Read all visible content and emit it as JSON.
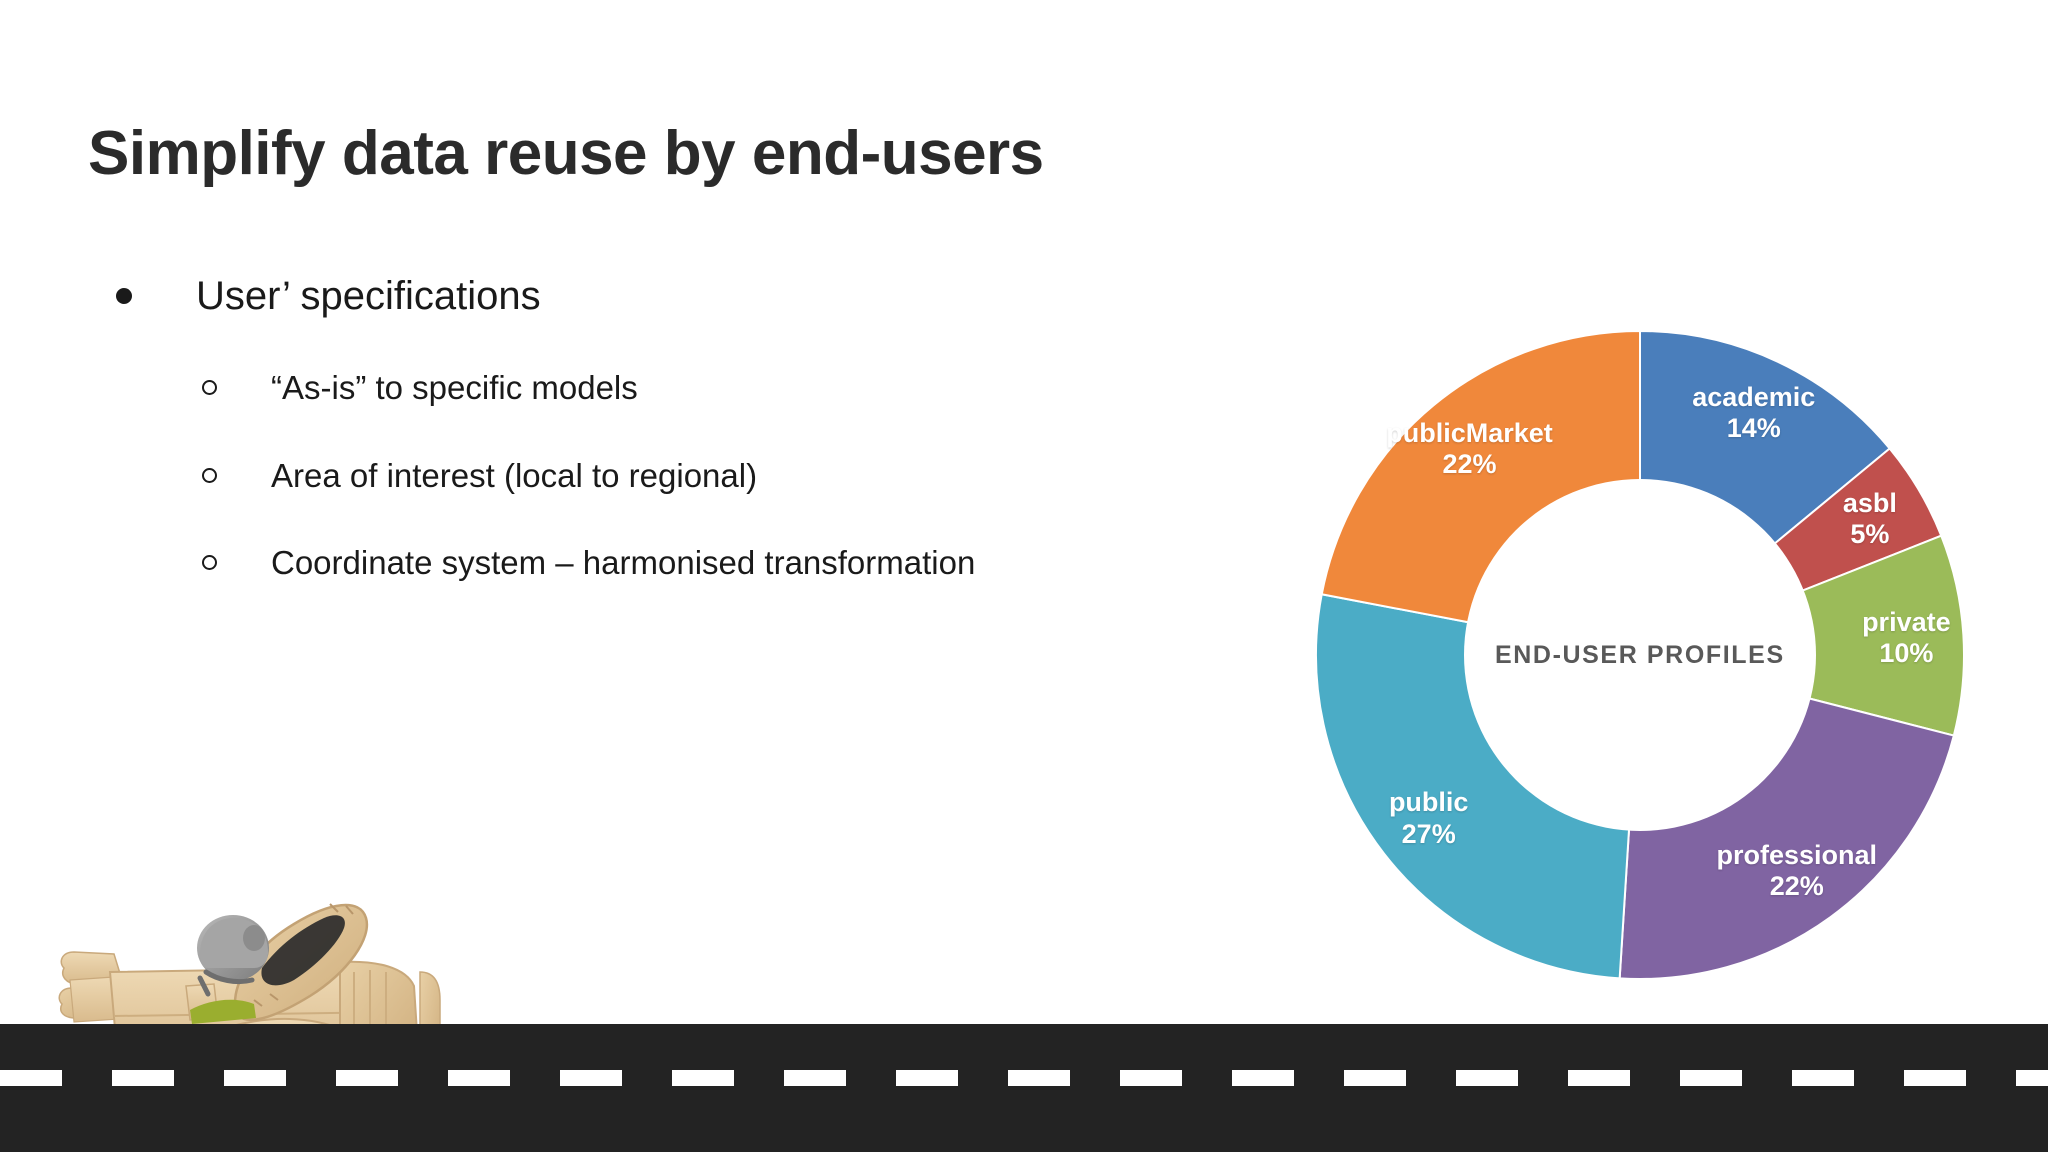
{
  "slide": {
    "title": "Simplify data reuse by end-users",
    "background_color": "#ffffff",
    "title_color": "#2b2b2b"
  },
  "bullets": [
    {
      "level": 1,
      "text": "User’ specifications"
    },
    {
      "level": 2,
      "text": "“As-is” to specific models"
    },
    {
      "level": 2,
      "text": "Area of interest (local to regional)"
    },
    {
      "level": 2,
      "text": "Coordinate system – harmonised transformation"
    }
  ],
  "chart_data": {
    "type": "pie",
    "variant": "donut",
    "title": "END-USER PROFILES",
    "center_label": "END-USER PROFILES",
    "center_label_color": "#595959",
    "label_color": "#ffffff",
    "units": "%",
    "start_angle_deg": 0,
    "direction": "clockwise",
    "inner_radius_ratio": 0.55,
    "legend": "none",
    "categories": [
      "academic",
      "asbl",
      "private",
      "professional",
      "public",
      "publicMarket"
    ],
    "values": [
      14,
      5,
      10,
      22,
      27,
      22
    ],
    "slices": [
      {
        "label": "academic",
        "value": 14,
        "display": "14%",
        "color": "#4a7ebb"
      },
      {
        "label": "asbl",
        "value": 5,
        "display": "5%",
        "color": "#c0504d"
      },
      {
        "label": "private",
        "value": 10,
        "display": "10%",
        "color": "#9bbb59"
      },
      {
        "label": "professional",
        "value": 22,
        "display": "22%",
        "color": "#8064a2"
      },
      {
        "label": "public",
        "value": 27,
        "display": "27%",
        "color": "#4bacc6"
      },
      {
        "label": "publicMarket",
        "value": 22,
        "display": "22%",
        "color": "#f0883b"
      }
    ]
  },
  "road": {
    "surface_color": "#232323",
    "dash_color": "#ffffff"
  },
  "plane": {
    "name": "wooden-toy-plane",
    "wood_color": "#e4c9a0",
    "helmet_color": "#9a9a9a",
    "panel_color": "#2a2a2a",
    "seat_color": "#9aae2f"
  }
}
